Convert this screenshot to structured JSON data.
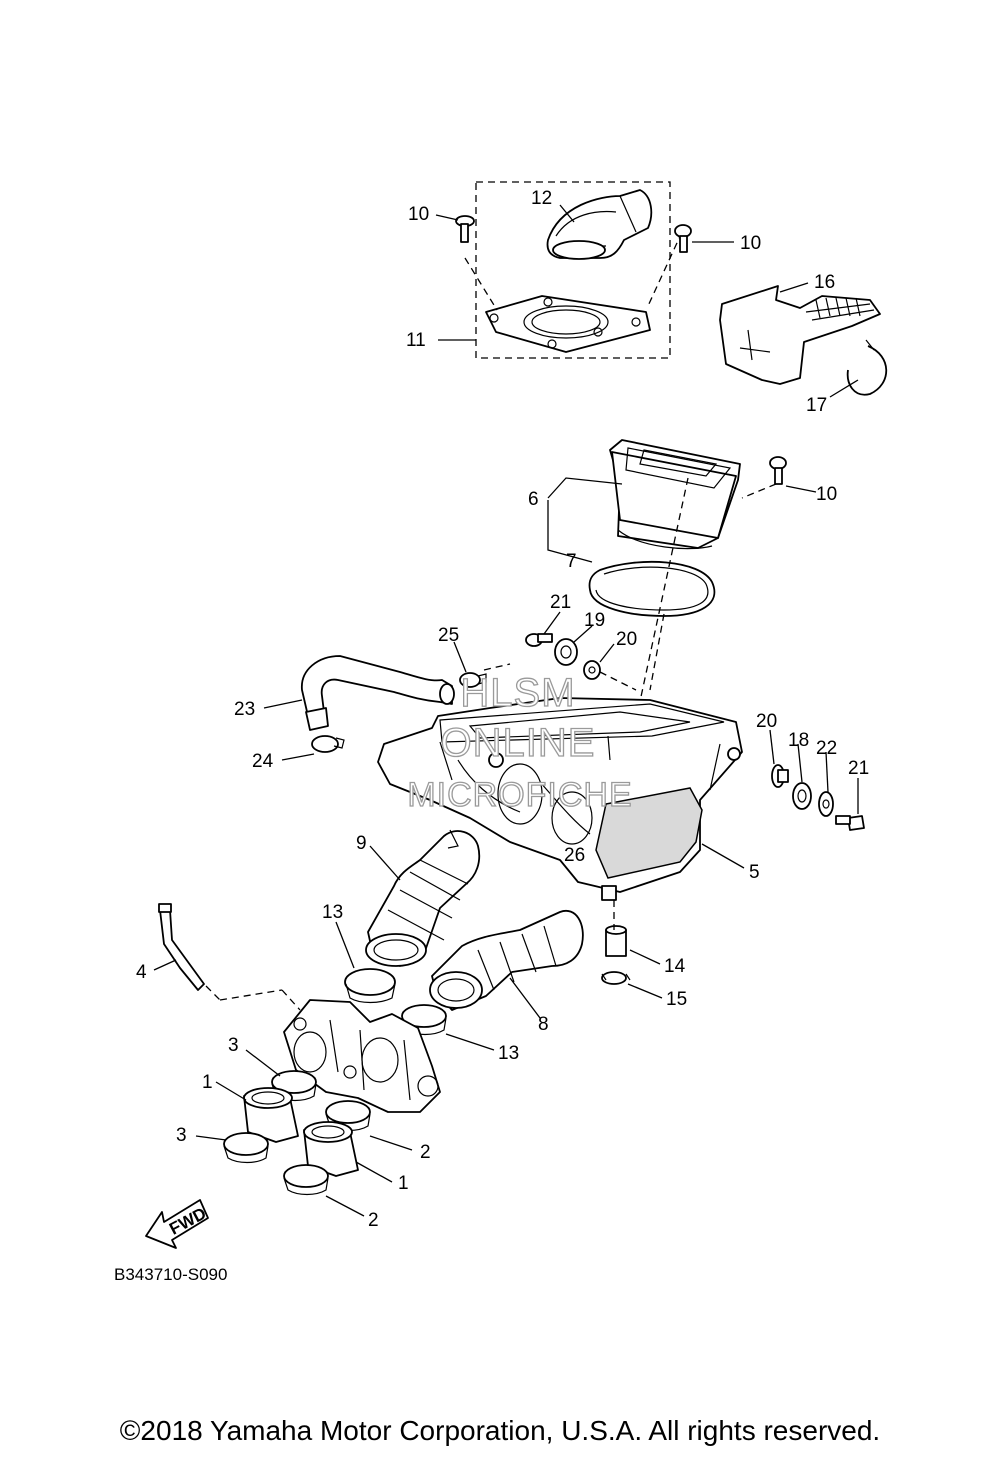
{
  "diagram_code": "B343710-S090",
  "copyright": "©2018 Yamaha Motor Corporation, U.S.A. All rights reserved.",
  "watermark": [
    "HLSM",
    "ONLINE",
    "MICROFICHE"
  ],
  "fwd_label": "FWD",
  "callouts": [
    {
      "id": "c10a",
      "text": "10"
    },
    {
      "id": "c12",
      "text": "12"
    },
    {
      "id": "c10b",
      "text": "10"
    },
    {
      "id": "c16",
      "text": "16"
    },
    {
      "id": "c11",
      "text": "11"
    },
    {
      "id": "c17",
      "text": "17"
    },
    {
      "id": "c6",
      "text": "6"
    },
    {
      "id": "c10c",
      "text": "10"
    },
    {
      "id": "c7",
      "text": "7"
    },
    {
      "id": "c21a",
      "text": "21"
    },
    {
      "id": "c19",
      "text": "19"
    },
    {
      "id": "c25",
      "text": "25"
    },
    {
      "id": "c20a",
      "text": "20"
    },
    {
      "id": "c23",
      "text": "23"
    },
    {
      "id": "c20b",
      "text": "20"
    },
    {
      "id": "c18",
      "text": "18"
    },
    {
      "id": "c22",
      "text": "22"
    },
    {
      "id": "c21b",
      "text": "21"
    },
    {
      "id": "c24",
      "text": "24"
    },
    {
      "id": "c26",
      "text": "26"
    },
    {
      "id": "c9",
      "text": "9"
    },
    {
      "id": "c5",
      "text": "5"
    },
    {
      "id": "c13a",
      "text": "13"
    },
    {
      "id": "c4",
      "text": "4"
    },
    {
      "id": "c14",
      "text": "14"
    },
    {
      "id": "c15",
      "text": "15"
    },
    {
      "id": "c8",
      "text": "8"
    },
    {
      "id": "c13b",
      "text": "13"
    },
    {
      "id": "c3a",
      "text": "3"
    },
    {
      "id": "c1a",
      "text": "1"
    },
    {
      "id": "c3b",
      "text": "3"
    },
    {
      "id": "c2a",
      "text": "2"
    },
    {
      "id": "c1b",
      "text": "1"
    },
    {
      "id": "c2b",
      "text": "2"
    }
  ]
}
